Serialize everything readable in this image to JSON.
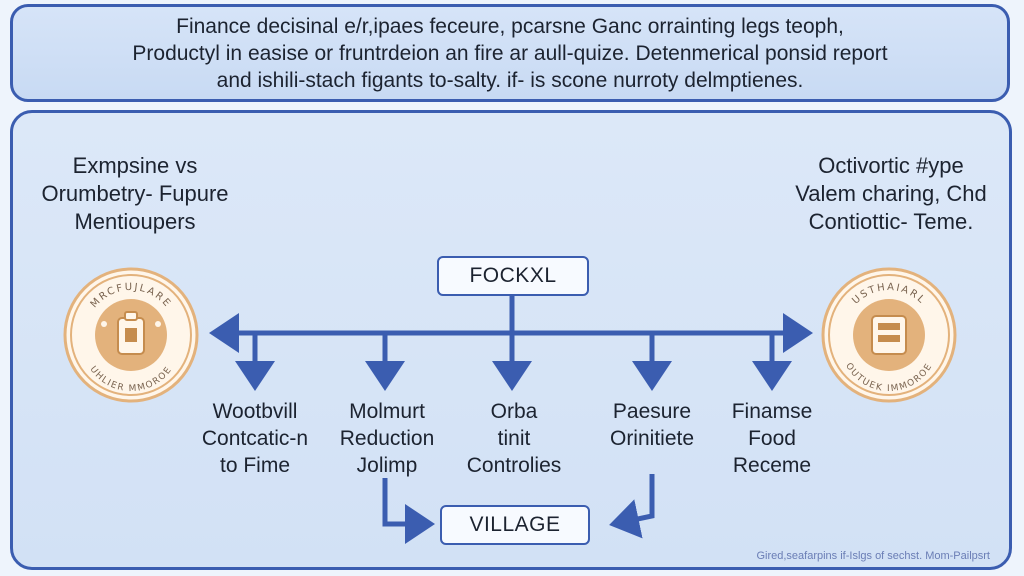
{
  "header": {
    "lines": [
      "Finance decisinal e/r,ipaes feceure, pcarsne Ganc orrainting legs teoph,",
      "Productyl in easise or fruntrdeion an fire ar aull-quize. Detenmerical ponsid report",
      "and ishili-stach figants to-salty. if- is scone nurroty delmptienes."
    ]
  },
  "left_side": {
    "lines": [
      "Exmpsine vs",
      "Orumbetry- Fupure",
      "Mentioupers"
    ],
    "seal": {
      "top_text": "MRCFUJLARE",
      "bottom_text": "UHLIER MMOROE"
    }
  },
  "right_side": {
    "lines": [
      "Octivortic #ype",
      "Valem charing, Chd",
      "Contiottic- Teme."
    ],
    "seal": {
      "top_text": "USTHAIARL",
      "bottom_text": "OUTUEK IMMOROE"
    }
  },
  "center_top": {
    "label": "FOCKXL"
  },
  "center_bottom": {
    "label": "VILLAGE"
  },
  "branches": [
    {
      "lines": [
        "Wootbvill",
        "Contcatic-n",
        "to Fime"
      ]
    },
    {
      "lines": [
        "Molmurt",
        "Reduction",
        "Jolimp"
      ]
    },
    {
      "lines": [
        "Orba",
        "tinit",
        "Controlies"
      ]
    },
    {
      "lines": [
        "Paesure",
        "Orinitiete"
      ]
    },
    {
      "lines": [
        "Finamse",
        "Food",
        "Receme"
      ]
    }
  ],
  "footnote": "Gired,seafarpins if-Islgs of sechst. Mom-Pailpsrt",
  "colors": {
    "accent": "#3b5db0",
    "seal": "#e3b27c",
    "panel": "#d6e4f8"
  }
}
